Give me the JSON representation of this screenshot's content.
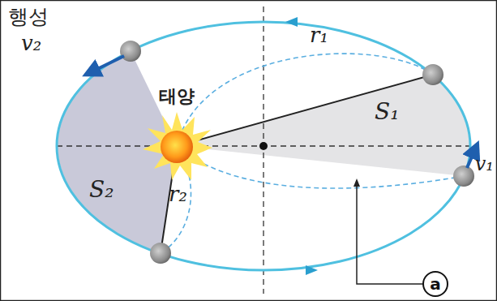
{
  "diagram": {
    "nodes": [
      {
        "text": [
          "a"
        ]
      }
    ],
    "labels": [
      "행성",
      "v₂",
      "태양",
      "r₁",
      "S₁",
      "S₂",
      "r₂",
      "v₁"
    ]
  }
}
